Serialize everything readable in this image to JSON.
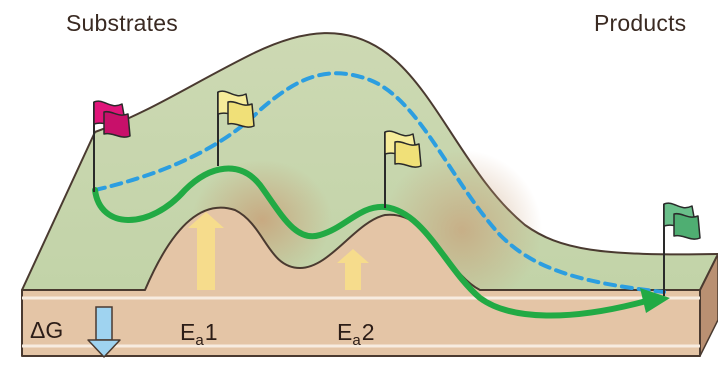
{
  "labels": {
    "substrates": "Substrates",
    "products": "Products",
    "delta_g": "ΔG",
    "ea1": {
      "letter": "E",
      "sub": "a",
      "num": "1"
    },
    "ea2": {
      "letter": "E",
      "sub": "a",
      "num": "2"
    }
  },
  "colors": {
    "landscape_top": "#c8d8b0",
    "landscape_front": "#e3c3a3",
    "catalyzed_path": "#22aa44",
    "uncatalyzed_path": "#2c9ee0",
    "activation_arrow": "#f6dc8c",
    "delta_g_arrow": "#9fd3f0",
    "flag_substrates": "#e0157a",
    "flag_intermediate": "#f6ec9a",
    "flag_products": "#6abf8a"
  }
}
